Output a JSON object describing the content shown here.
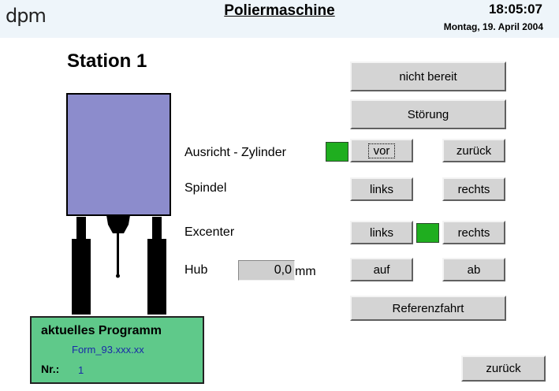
{
  "header": {
    "logo": "dpm",
    "title": "Poliermaschine",
    "time": "18:05:07",
    "date": "Montag, 19. April 2004"
  },
  "station": {
    "title": "Station 1"
  },
  "status": {
    "ready_label": "nicht bereit",
    "fault_label": "Störung"
  },
  "controls": {
    "ausricht": {
      "label": "Ausricht - Zylinder",
      "vor": "vor",
      "zurueck": "zurück",
      "indicator": "vor"
    },
    "spindel": {
      "label": "Spindel",
      "links": "links",
      "rechts": "rechts"
    },
    "excenter": {
      "label": "Excenter",
      "links": "links",
      "rechts": "rechts",
      "indicator": "rechts"
    },
    "hub": {
      "label": "Hub",
      "value": "0,0",
      "unit": "mm",
      "auf": "auf",
      "ab": "ab"
    },
    "referenz_label": "Referenzfahrt"
  },
  "program": {
    "title": "aktuelles Programm",
    "form": "Form_93.xxx.xx",
    "nr_label": "Nr.:",
    "nr_value": "1"
  },
  "nav": {
    "back_label": "zurück"
  },
  "colors": {
    "machine_body": "#8c8ccc",
    "program_panel": "#5fc98a",
    "lamp_on": "#1fae1f",
    "button_face": "#d4d4d4"
  }
}
